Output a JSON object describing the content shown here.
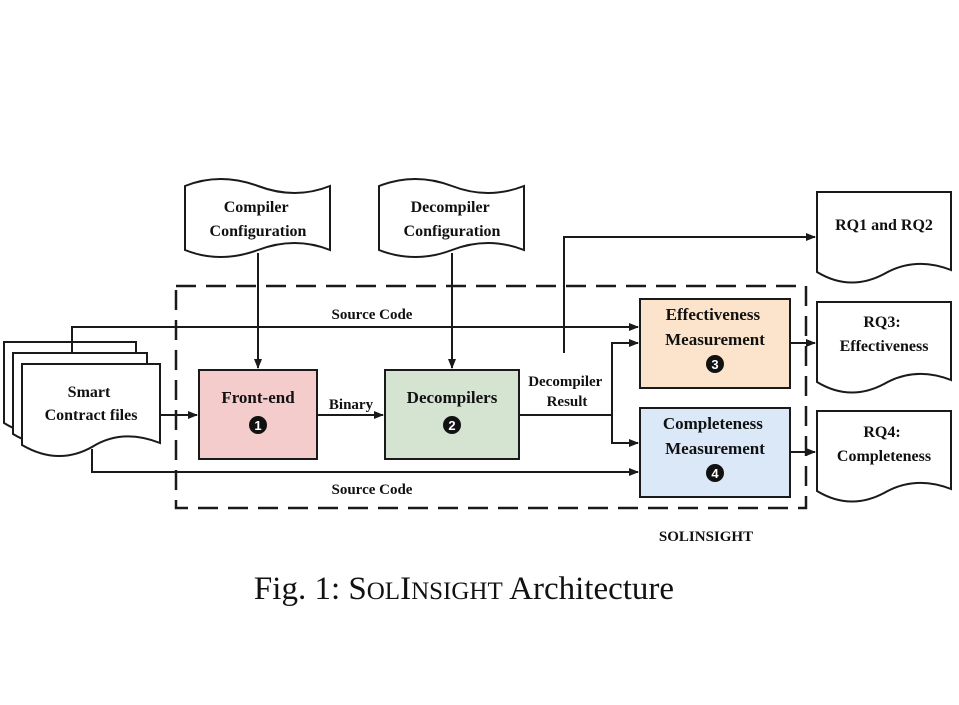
{
  "colors": {
    "front_end_fill": "#f4cccc",
    "decompilers_fill": "#d5e4d1",
    "effectiveness_fill": "#fce4cc",
    "completeness_fill": "#dae8f7"
  },
  "nodes": {
    "smart_contract_files": [
      "Smart",
      "Contract files"
    ],
    "compiler_configuration": [
      "Compiler",
      "Configuration"
    ],
    "decompiler_configuration": [
      "Decompiler",
      "Configuration"
    ],
    "front_end": {
      "label": "Front-end",
      "badge": "1"
    },
    "decompilers": {
      "label": "Decompilers",
      "badge": "2"
    },
    "effectiveness_measurement": {
      "lines": [
        "Effectiveness",
        "Measurement"
      ],
      "badge": "3"
    },
    "completeness_measurement": {
      "lines": [
        "Completeness",
        "Measurement"
      ],
      "badge": "4"
    },
    "rq1_rq2": "RQ1 and RQ2",
    "rq3": [
      "RQ3:",
      "Effectiveness"
    ],
    "rq4": [
      "RQ4:",
      "Completeness"
    ]
  },
  "edge_labels": {
    "source_code_top": "Source Code",
    "source_code_bottom": "Source Code",
    "binary": "Binary",
    "decompiler_result": [
      "Decompiler",
      "Result"
    ]
  },
  "system_label": "SOLINSIGHT",
  "caption": {
    "prefix": "Fig. 1: ",
    "name_parts": [
      {
        "text": "S",
        "small": false
      },
      {
        "text": "OL",
        "small": true
      },
      {
        "text": "I",
        "small": false
      },
      {
        "text": "NSIGHT",
        "small": true
      }
    ],
    "suffix": " Architecture"
  }
}
